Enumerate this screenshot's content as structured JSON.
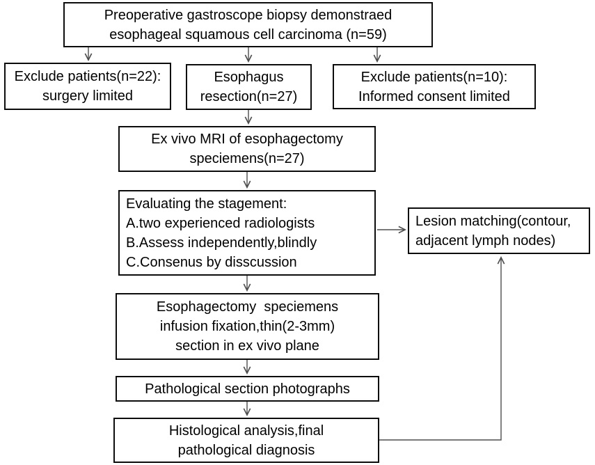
{
  "figure": {
    "type": "flowchart",
    "description": "Study enrollment and processing flowchart for ex vivo MRI of esophagectomy specimens"
  },
  "colors": {
    "background": "#ffffff",
    "box_border": "#0c0c0c",
    "text": "#000000",
    "arrow": "#4d4d4d"
  },
  "boxes": {
    "preop": {
      "lines": [
        "Preoperative gastroscope biopsy demonstraed",
        "esophageal squamous cell carcinoma (n=59)"
      ]
    },
    "exclude_surgery": {
      "lines": [
        "Exclude patients(n=22):",
        "surgery limited"
      ]
    },
    "resection": {
      "lines": [
        "Esophagus",
        "resection(n=27)"
      ]
    },
    "exclude_consent": {
      "lines": [
        "Exclude patients(n=10):",
        "Informed consent limited"
      ]
    },
    "exvivo_mri": {
      "lines": [
        "Ex vivo MRI of esophagectomy",
        "speciemens(n=27)"
      ]
    },
    "evaluating": {
      "lines": [
        "Evaluating the stagement:",
        "A.two experienced radiologists",
        "B.Assess independently,blindly",
        "C.Consenus by disscussion"
      ]
    },
    "lesion_matching": {
      "lines": [
        "Lesion matching(contour,",
        "adjacent lymph nodes)"
      ]
    },
    "fixation": {
      "lines": [
        "Esophagectomy  speciemens",
        "infusion fixation,thin(2-3mm)",
        "section in ex vivo plane"
      ]
    },
    "photographs": {
      "lines": [
        "Pathological section photographs"
      ]
    },
    "histology": {
      "lines": [
        "Histological analysis,final",
        "pathological diagnosis"
      ]
    }
  }
}
